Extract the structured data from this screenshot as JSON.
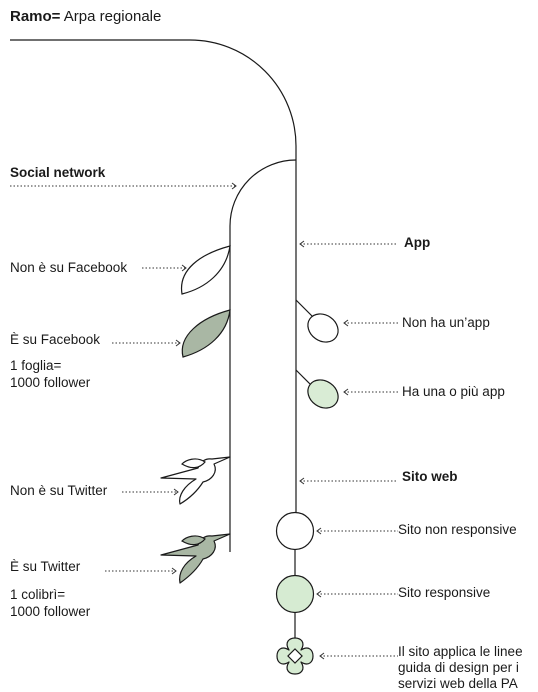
{
  "title": {
    "bold": "Ramo=",
    "rest": " Arpa regionale"
  },
  "labels": {
    "social_network": "Social network",
    "non_facebook": "Non è su Facebook",
    "si_facebook": "È su Facebook",
    "foglia_line1": "1 foglia=",
    "foglia_line2": "1000 follower",
    "non_twitter": "Non è su Twitter",
    "si_twitter": "È su Twitter",
    "colibri_line1": "1 colibrì=",
    "colibri_line2": "1000 follower",
    "app": "App",
    "no_app": "Non ha un’app",
    "has_app": "Ha una o più app",
    "sito_web": "Sito web",
    "sito_non_resp": "Sito non responsive",
    "sito_resp": "Sito responsive",
    "linee_guida_1": "Il sito applica le linee",
    "linee_guida_2": "guida di design per i",
    "linee_guida_3": "servizi web della PA"
  },
  "colors": {
    "stroke": "#1a1a1a",
    "leaf_fill": "#a9b7a4",
    "app_fill": "#d9ecd5",
    "site_fill": "#d6ebd2",
    "dots": "#333333"
  },
  "icons": [
    "leaf-outline-icon",
    "leaf-filled-icon",
    "hummingbird-outline-icon",
    "hummingbird-filled-icon",
    "app-outline-icon",
    "app-filled-icon",
    "circle-outline-icon",
    "circle-filled-icon",
    "flower-icon"
  ]
}
